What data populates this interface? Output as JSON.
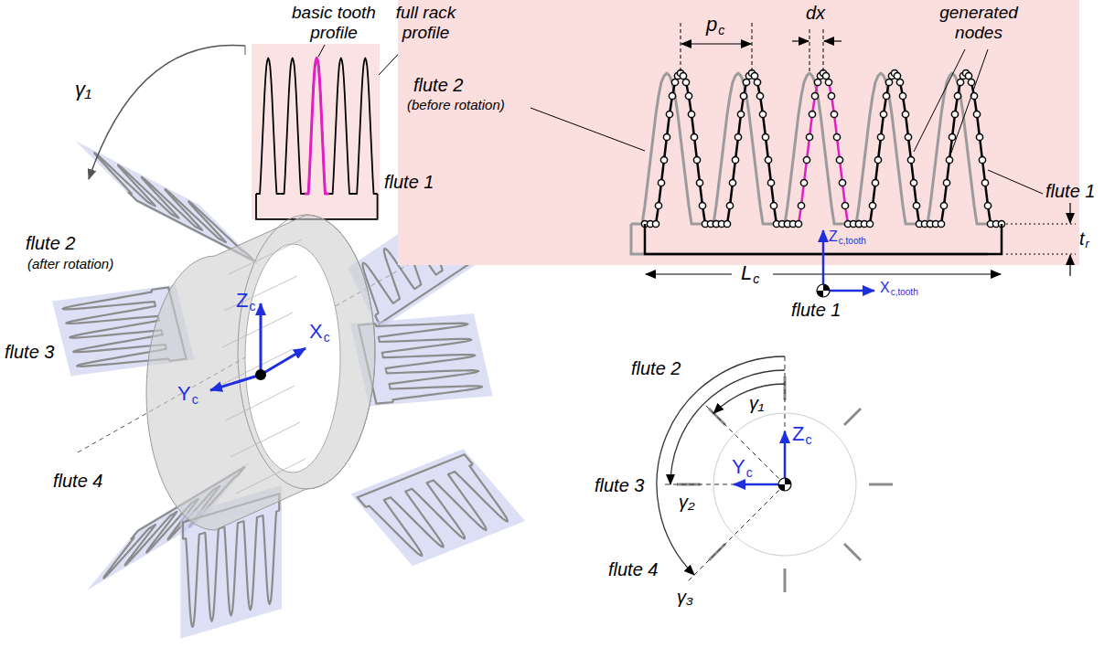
{
  "diagram": {
    "labels": [
      "γ₁",
      "basic tooth profile",
      "full rack profile",
      "flute 1",
      "flute 2",
      "(after rotation)",
      "Z",
      "c",
      "X",
      "c",
      "Y",
      "c",
      "flute 3",
      "flute 4",
      "p",
      "c",
      "dx",
      "generated nodes",
      "flute 2",
      "(before rotation)",
      "flute 1",
      "t",
      "r",
      "Z",
      "c,tooth",
      "X",
      "c,tooth",
      "L",
      "c",
      "flute 1",
      "flute 2",
      "γ₁",
      "Z",
      "c",
      "flute 3",
      "Y",
      "c",
      "γ₂",
      "flute 4",
      "γ₃"
    ]
  }
}
